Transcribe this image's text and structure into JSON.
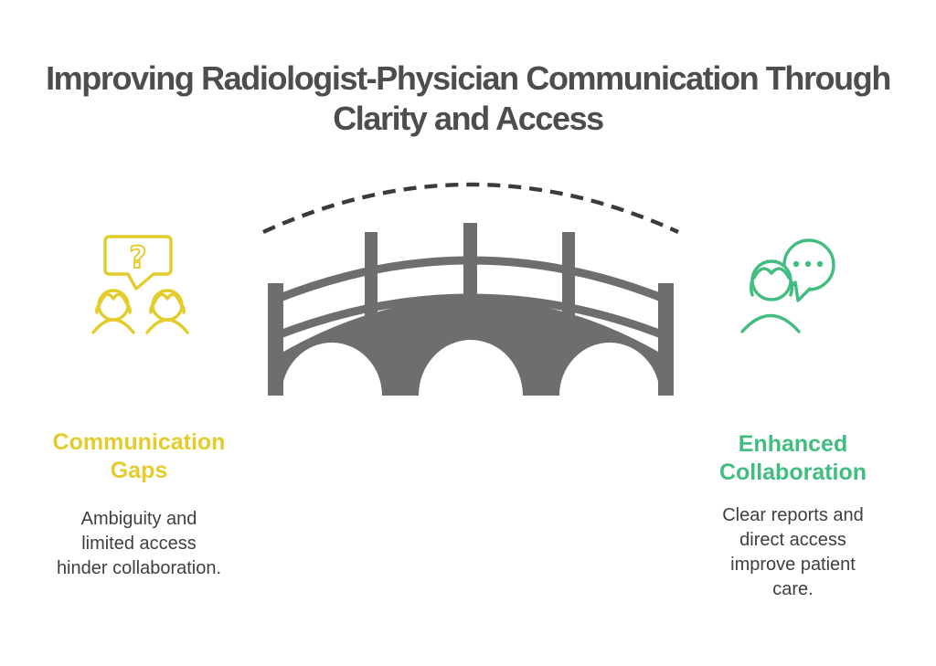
{
  "title": "Improving Radiologist-Physician Communication Through\nClarity and Access",
  "colors": {
    "title": "#4d4d4f",
    "body": "#3f3f3f",
    "yellow": "#e3cc2c",
    "green": "#41bd80",
    "bridge": "#6e6e6e",
    "dash": "#3b3b3b"
  },
  "center": {
    "icon": "bridge-icon",
    "decoration": "dashed-arc-over-bridge"
  },
  "left": {
    "icon": "two-people-question-bubble-icon",
    "bubble_glyph": "?",
    "heading": "Communication\nGaps",
    "body": "Ambiguity and\nlimited access\nhinder collaboration."
  },
  "right": {
    "icon": "person-chat-bubble-icon",
    "heading": "Enhanced\nCollaboration",
    "body": "Clear reports and\ndirect access\nimprove patient\ncare."
  }
}
